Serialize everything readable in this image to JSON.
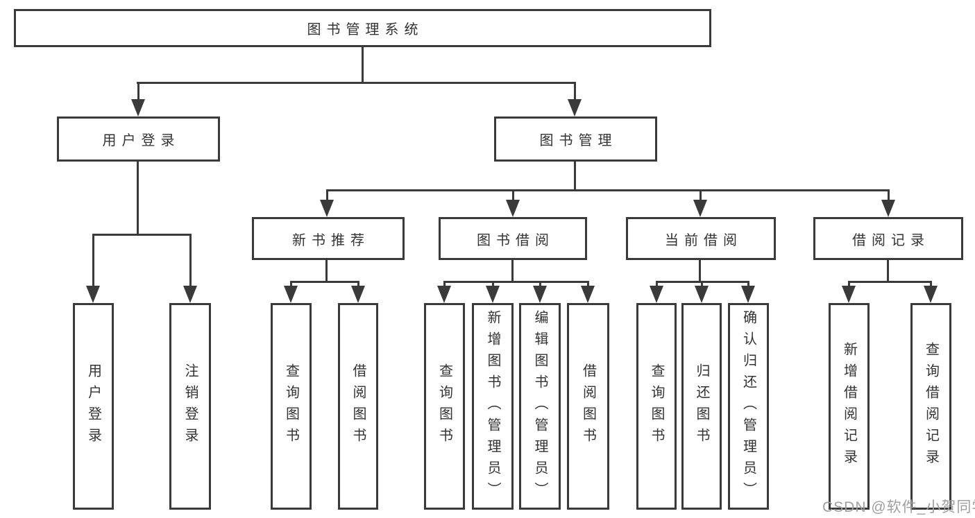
{
  "diagram": {
    "type": "hierarchy-tree",
    "nodes": {
      "root": "图书管理系统",
      "user_login": "用户登录",
      "book_mgmt": "图书管理",
      "new_book_rec": "新书推荐",
      "book_borrow": "图书借阅",
      "current_borrow": "当前借阅",
      "borrow_records": "借阅记录",
      "user_login_leaf": "用户登录",
      "logout_leaf": "注销登录",
      "nb_query_books": "查询图书",
      "nb_borrow_books": "借阅图书",
      "bb_query_books": "查询图书",
      "bb_add_books": "新增图书（管理员）",
      "bb_edit_books": "编辑图书（管理员）",
      "bb_borrow_books": "借阅图书",
      "cb_query_books": "查询图书",
      "cb_return_books": "归还图书",
      "cb_confirm_return": "确认归还（管理员）",
      "br_add_record": "新增借阅记录",
      "br_query_record": "查询借阅记录"
    },
    "hierarchy": [
      {
        "parent": "图书管理系统",
        "children": [
          "用户登录",
          "图书管理"
        ]
      },
      {
        "parent": "用户登录",
        "children": [
          "用户登录",
          "注销登录"
        ]
      },
      {
        "parent": "图书管理",
        "children": [
          "新书推荐",
          "图书借阅",
          "当前借阅",
          "借阅记录"
        ]
      },
      {
        "parent": "新书推荐",
        "children": [
          "查询图书",
          "借阅图书"
        ]
      },
      {
        "parent": "图书借阅",
        "children": [
          "查询图书",
          "新增图书（管理员）",
          "编辑图书（管理员）",
          "借阅图书"
        ]
      },
      {
        "parent": "当前借阅",
        "children": [
          "查询图书",
          "归还图书",
          "确认归还（管理员）"
        ]
      },
      {
        "parent": "借阅记录",
        "children": [
          "新增借阅记录",
          "查询借阅记录"
        ]
      }
    ]
  },
  "watermark": "CSDN @软件_小贺同学",
  "colors": {
    "line": "#3a3a3a",
    "text": "#333333",
    "background": "#ffffff",
    "watermark": "#9f9f9f"
  }
}
